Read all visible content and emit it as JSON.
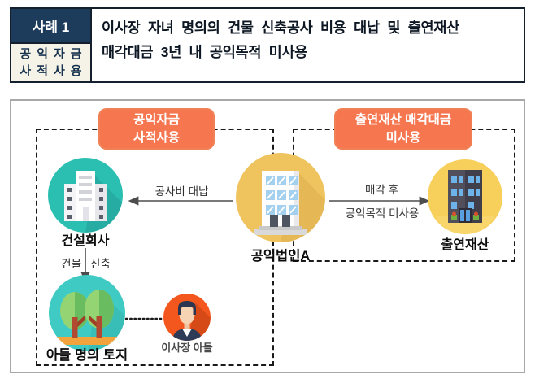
{
  "header": {
    "case_badge": "사례 1",
    "category": {
      "line1": "공익자금",
      "line2": "사적사용"
    },
    "title": {
      "line1": "이사장 자녀 명의의 건물 신축공사 비용 대납 및 출연재산",
      "line2": "매각대금 3년 내 공익목적 미사용"
    }
  },
  "diagram": {
    "badges": {
      "misuse": {
        "line1": "공익자금",
        "line2": "사적사용"
      },
      "unused": {
        "line1": "출연재산 매각대금",
        "line2": "미사용"
      }
    },
    "nodes": {
      "construction_company": "건설회사",
      "public_corporation": "공익법인A",
      "contributed_property": "출연재산",
      "sons_land": "아들 명의 토지",
      "chairmans_son": "이사장 아들"
    },
    "edges": {
      "construction_cost": "공사비 대납",
      "sale_line1": "매각 후",
      "sale_line2": "공익목적 미사용",
      "build_left": "건물",
      "build_right": "신축"
    },
    "colors": {
      "accent_coral": "#F5764F",
      "teal": "#2BBFB2",
      "cyan": "#3FCBC4",
      "yellow": "#EFC35E",
      "yellow_bright": "#F7D05C",
      "orange_person": "#F4571E",
      "header_navy": "#1D3C5C"
    }
  }
}
